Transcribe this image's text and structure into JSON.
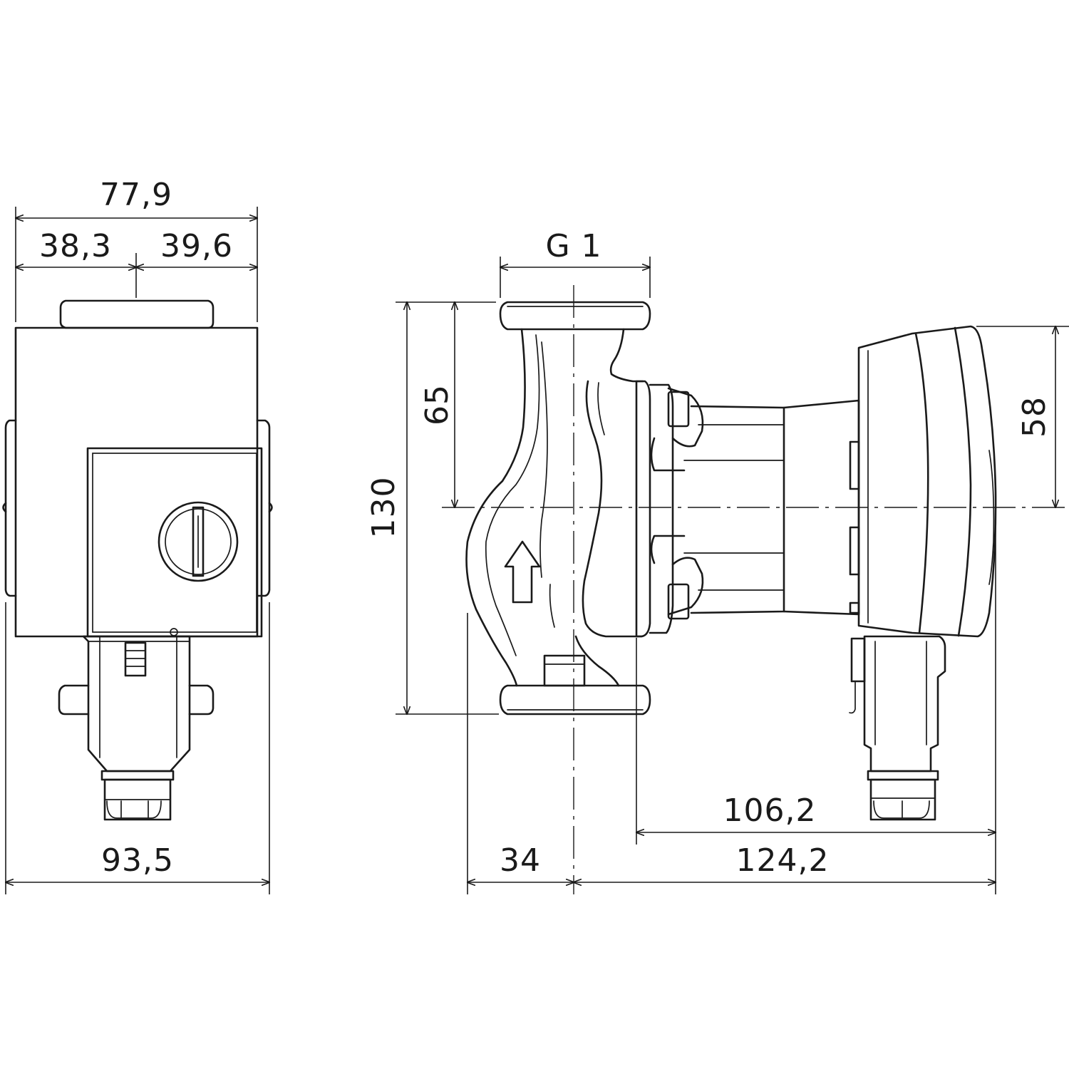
{
  "dimensions": {
    "front_total_width": "77,9",
    "front_left": "38,3",
    "front_right": "39,6",
    "front_bottom_width": "93,5",
    "thread": "G 1",
    "overall_height": "130",
    "half_height": "65",
    "module_height": "58",
    "motor_length": "106,2",
    "inlet_offset": "34",
    "total_length": "124,2"
  }
}
